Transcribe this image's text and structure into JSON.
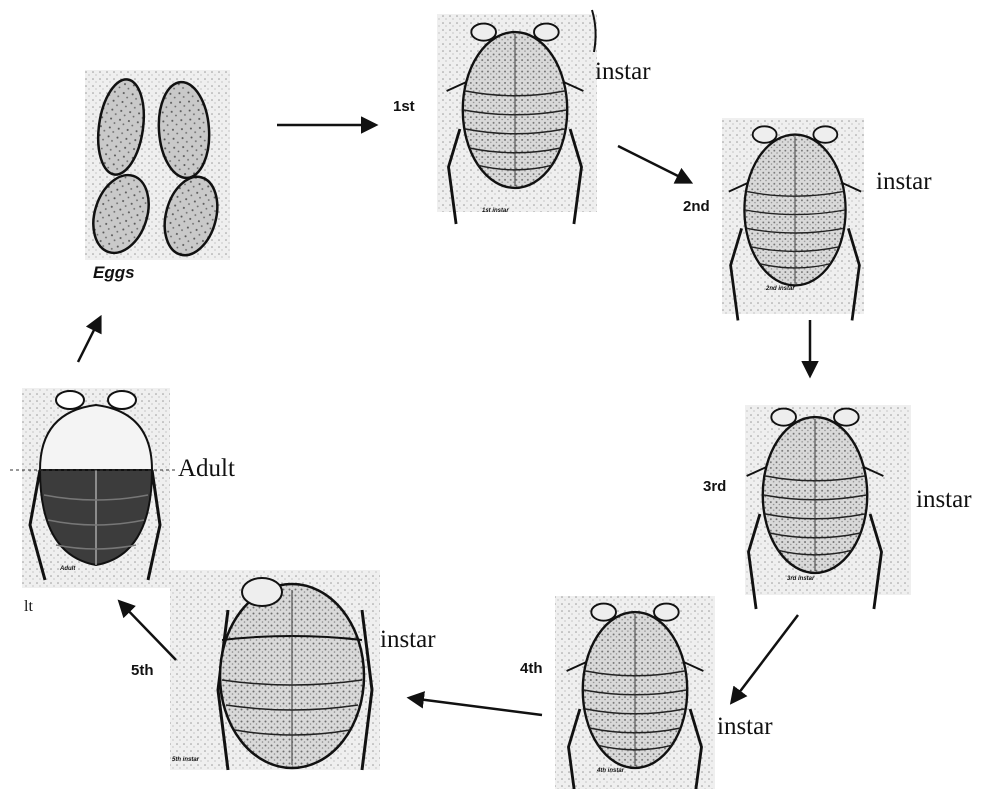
{
  "labels": {
    "eggs": "Eggs",
    "first": "1st",
    "second": "2nd",
    "third": "3rd",
    "fourth": "4th",
    "fifth": "5th",
    "instar": "instar",
    "adult": "Adult",
    "fragment": "lt"
  },
  "captions": {
    "first": "1st instar",
    "second": "2nd instar",
    "third": "3rd instar",
    "fourth": "4th instar",
    "fifth": "5th instar",
    "adult": "Adult"
  },
  "colors": {
    "ink": "#111111",
    "stipple": "#9a9a9a",
    "dark_fill": "#3c3c3c"
  }
}
